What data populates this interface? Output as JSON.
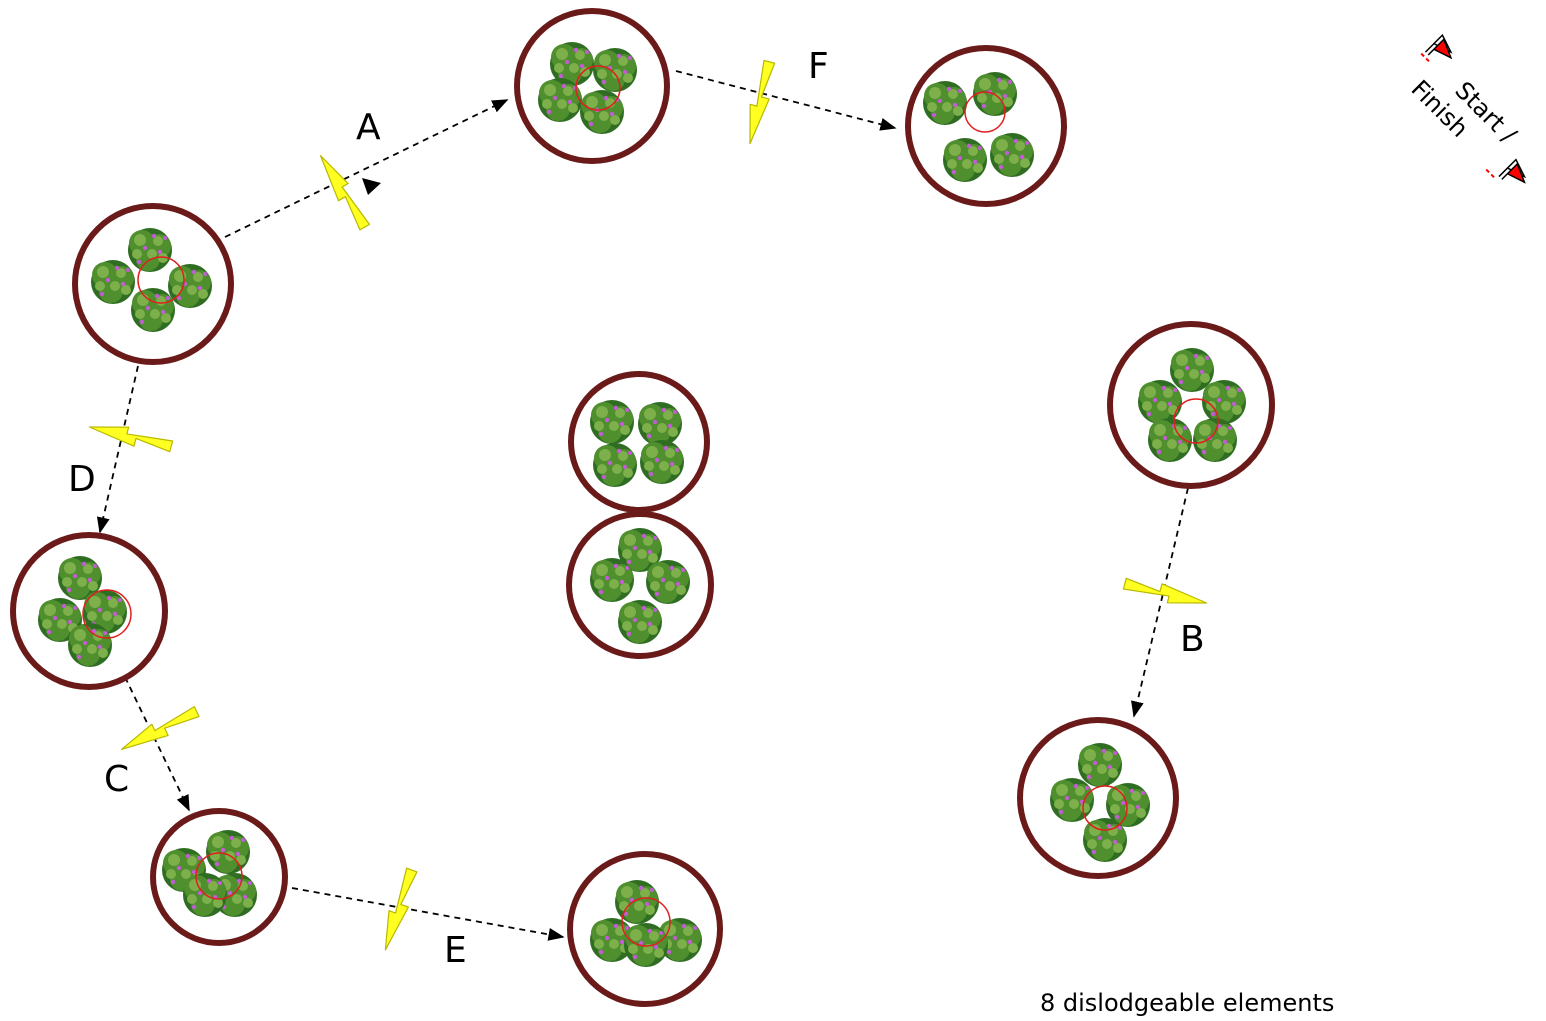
{
  "colors": {
    "ring": "#6b1a1a",
    "bush_dark": "#2f6e22",
    "bush_mid": "#4f8f2e",
    "bush_light": "#7db04a",
    "flower": "#c45bd6",
    "red_circle": "#e02020",
    "bolt": "#ffff22",
    "bolt_stroke": "#b8b800",
    "path": "#000000",
    "flag_red": "#ff0000"
  },
  "legend": {
    "start_label": "Start /",
    "finish_label": "Finish",
    "icon": "start-finish-flags-icon"
  },
  "legs": [
    {
      "label": "A",
      "from": "left-upper",
      "to": "top-center"
    },
    {
      "label": "B",
      "from": "right-upper",
      "to": "right-lower"
    },
    {
      "label": "C",
      "from": "left-middle",
      "to": "bottom-left"
    },
    {
      "label": "D",
      "from": "left-upper",
      "to": "left-middle"
    },
    {
      "label": "E",
      "from": "bottom-left",
      "to": "bottom-center"
    },
    {
      "label": "F",
      "from": "top-center",
      "to": "top-right"
    }
  ],
  "obstacles": [
    {
      "id": "top-center",
      "name": "bush-obstacle-top-center"
    },
    {
      "id": "top-right",
      "name": "bush-obstacle-top-right"
    },
    {
      "id": "left-upper",
      "name": "bush-obstacle-left-upper"
    },
    {
      "id": "left-middle",
      "name": "bush-obstacle-left-middle"
    },
    {
      "id": "bottom-left",
      "name": "bush-obstacle-bottom-left"
    },
    {
      "id": "bottom-center",
      "name": "bush-obstacle-bottom-center"
    },
    {
      "id": "center-upper",
      "name": "bush-obstacle-center-upper"
    },
    {
      "id": "center-lower",
      "name": "bush-obstacle-center-lower"
    },
    {
      "id": "right-upper",
      "name": "bush-obstacle-right-upper"
    },
    {
      "id": "right-lower",
      "name": "bush-obstacle-right-lower"
    }
  ],
  "footnote": "8 dislodgeable elements"
}
